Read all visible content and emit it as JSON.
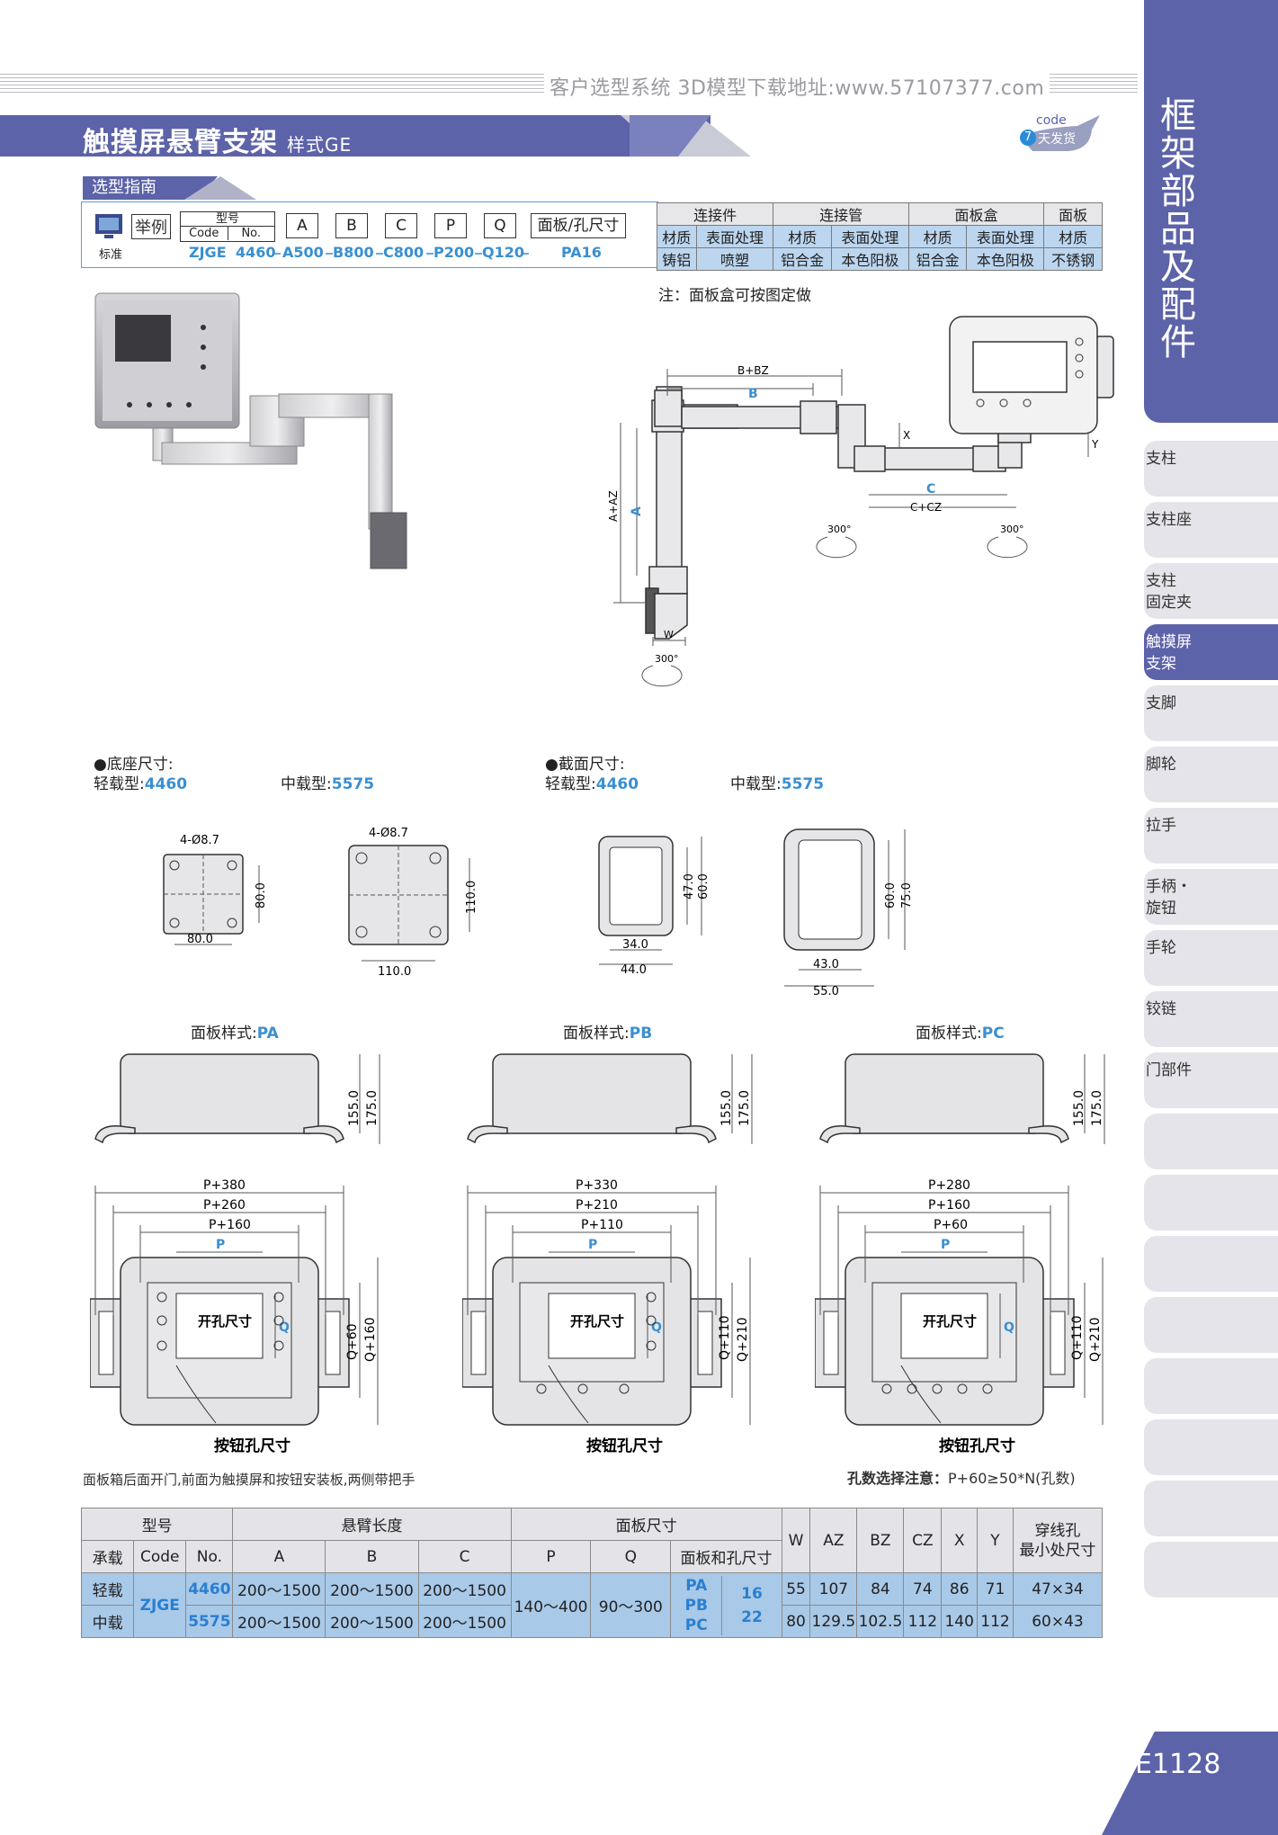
{
  "header": {
    "url_text": "客户选型系统 3D模型下载地址:www.57107377.com",
    "title": "触摸屏悬臂支架",
    "title_style": "样式GE",
    "badge_code": "code",
    "badge_days": "7",
    "badge_text": "天发货"
  },
  "sidebar": {
    "category": "框架部品及配件",
    "tabs": [
      {
        "label": "支柱"
      },
      {
        "label": "支柱座"
      },
      {
        "label": "支柱\n固定夹"
      },
      {
        "label": "触摸屏\n支架"
      },
      {
        "label": "支脚"
      },
      {
        "label": "脚轮"
      },
      {
        "label": "拉手"
      },
      {
        "label": "手柄・\n旋钮"
      },
      {
        "label": "手轮"
      },
      {
        "label": "铰链"
      },
      {
        "label": "门部件"
      },
      {
        "label": ""
      },
      {
        "label": ""
      },
      {
        "label": ""
      },
      {
        "label": ""
      },
      {
        "label": ""
      },
      {
        "label": ""
      },
      {
        "label": ""
      },
      {
        "label": ""
      }
    ],
    "page_number": "E1128"
  },
  "guide": {
    "tab": "选型指南",
    "example": "举例",
    "standard": "标准",
    "model_label": "型号",
    "code_label": "Code",
    "no_label": "No.",
    "fields": [
      "A",
      "B",
      "C",
      "P",
      "Q"
    ],
    "panel_field": "面板/孔尺寸",
    "values": {
      "code": "ZJGE",
      "no": "4460",
      "a": "A500",
      "b": "B800",
      "c": "C800",
      "p": "P200",
      "q": "Q120",
      "panel": "PA16"
    }
  },
  "spec_table": {
    "groups": [
      "连接件",
      "连接管",
      "面板盒",
      "面板"
    ],
    "subheaders": [
      "材质",
      "表面处理",
      "材质",
      "表面处理",
      "材质",
      "表面处理",
      "材质"
    ],
    "values": [
      "铸铝",
      "喷塑",
      "铝合金",
      "本色阳极",
      "铝合金",
      "本色阳极",
      "不锈钢"
    ],
    "note": "注：面板盒可按图定做"
  },
  "arm_dims": {
    "b_bz": "B+BZ",
    "b": "B",
    "a_az": "A+AZ",
    "a": "A",
    "x": "X",
    "y": "Y",
    "c": "C",
    "c_cz": "C+CZ",
    "w": "W",
    "rot": "300°"
  },
  "base": {
    "title": "●底座尺寸:",
    "light": "轻载型:",
    "light_code": "4460",
    "medium": "中载型:",
    "medium_code": "5575",
    "hole1": "4-Ø8.7",
    "d80": "80.0",
    "d80b": "80.0",
    "hole2": "4-Ø8.7",
    "d110": "110.0",
    "d110b": "110.0"
  },
  "section": {
    "title": "●截面尺寸:",
    "light": "轻载型:",
    "light_code": "4460",
    "medium": "中载型:",
    "medium_code": "5575",
    "s47": "47.0",
    "s60": "60.0",
    "s34": "34.0",
    "s44": "44.0",
    "m60": "60.0",
    "m75": "75.0",
    "m43": "43.0",
    "m55": "55.0"
  },
  "panels": [
    {
      "title": "面板样式:",
      "code": "PA",
      "h1": "155.0",
      "h2": "175.0",
      "w1": "P+380",
      "w2": "P+260",
      "w3": "P+160",
      "p": "P",
      "q": "Q",
      "q1": "Q+60",
      "q2": "Q+160",
      "hole": "开孔尺寸",
      "button": "按钮孔尺寸"
    },
    {
      "title": "面板样式:",
      "code": "PB",
      "h1": "155.0",
      "h2": "175.0",
      "w1": "P+330",
      "w2": "P+210",
      "w3": "P+110",
      "p": "P",
      "q": "Q",
      "q1": "Q+110",
      "q2": "Q+210",
      "hole": "开孔尺寸",
      "button": "按钮孔尺寸"
    },
    {
      "title": "面板样式:",
      "code": "PC",
      "h1": "155.0",
      "h2": "175.0",
      "w1": "P+280",
      "w2": "P+160",
      "w3": "P+60",
      "p": "P",
      "q": "Q",
      "q1": "Q+110",
      "q2": "Q+210",
      "hole": "开孔尺寸",
      "button": "按钮孔尺寸"
    }
  ],
  "panel_note": "面板箱后面开门,前面为触摸屏和按钮安装板,两侧带把手",
  "hole_note_label": "孔数选择注意：",
  "hole_note_formula": "P+60≥50*N(孔数)",
  "main_table": {
    "h_model": "型号",
    "h_arm": "悬臂长度",
    "h_panel": "面板尺寸",
    "h_w": "W",
    "h_az": "AZ",
    "h_bz": "BZ",
    "h_cz": "CZ",
    "h_x": "X",
    "h_y": "Y",
    "h_hole": "穿线孔\n最小处尺寸",
    "h_load": "承载",
    "h_code": "Code",
    "h_no": "No.",
    "h_a": "A",
    "h_b": "B",
    "h_c": "C",
    "h_p": "P",
    "h_q": "Q",
    "h_pan": "面板和孔尺寸",
    "code": "ZJGE",
    "p_range": "140～400",
    "q_range": "90～300",
    "pa": "PA",
    "pb": "PB",
    "pc": "PC",
    "s16": "16",
    "s22": "22",
    "rows": [
      {
        "load": "轻载",
        "no": "4460",
        "a": "200～1500",
        "b": "200～1500",
        "c": "200～1500",
        "w": "55",
        "az": "107",
        "bz": "84",
        "cz": "74",
        "x": "86",
        "y": "71",
        "hole": "47×34"
      },
      {
        "load": "中载",
        "no": "5575",
        "a": "200～1500",
        "b": "200～1500",
        "c": "200～1500",
        "w": "80",
        "az": "129.5",
        "bz": "102.5",
        "cz": "112",
        "x": "140",
        "y": "112",
        "hole": "60×43"
      }
    ]
  }
}
